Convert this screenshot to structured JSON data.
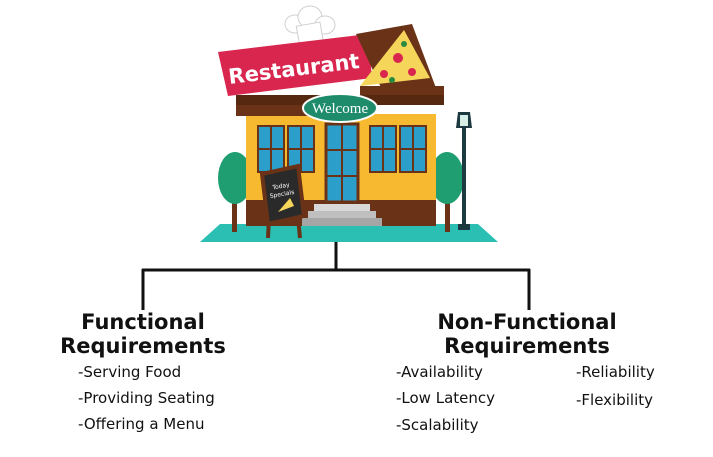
{
  "restaurant": {
    "sign_text": "Restaurant",
    "welcome_text": "Welcome",
    "specials_line1": "Today",
    "specials_line2": "Specials"
  },
  "functional": {
    "title_line1": "Functional",
    "title_line2": "Requirements",
    "items": [
      "-Serving Food",
      "-Providing Seating",
      "-Offering a Menu"
    ]
  },
  "non_functional": {
    "title_line1": "Non-Functional",
    "title_line2": "Requirements",
    "items_left": [
      "-Availability",
      "-Low Latency",
      "-Scalability"
    ],
    "items_right": [
      "-Reliability",
      "-Flexibility"
    ]
  },
  "colors": {
    "wall": "#f7b92f",
    "roof": "#6a3318",
    "sign": "#d8264f",
    "welcome_oval": "#1e8c6b",
    "ground": "#2bbfb4",
    "window": "#2b9fc9",
    "tree": "#1f9e72",
    "lines": "#111111"
  }
}
